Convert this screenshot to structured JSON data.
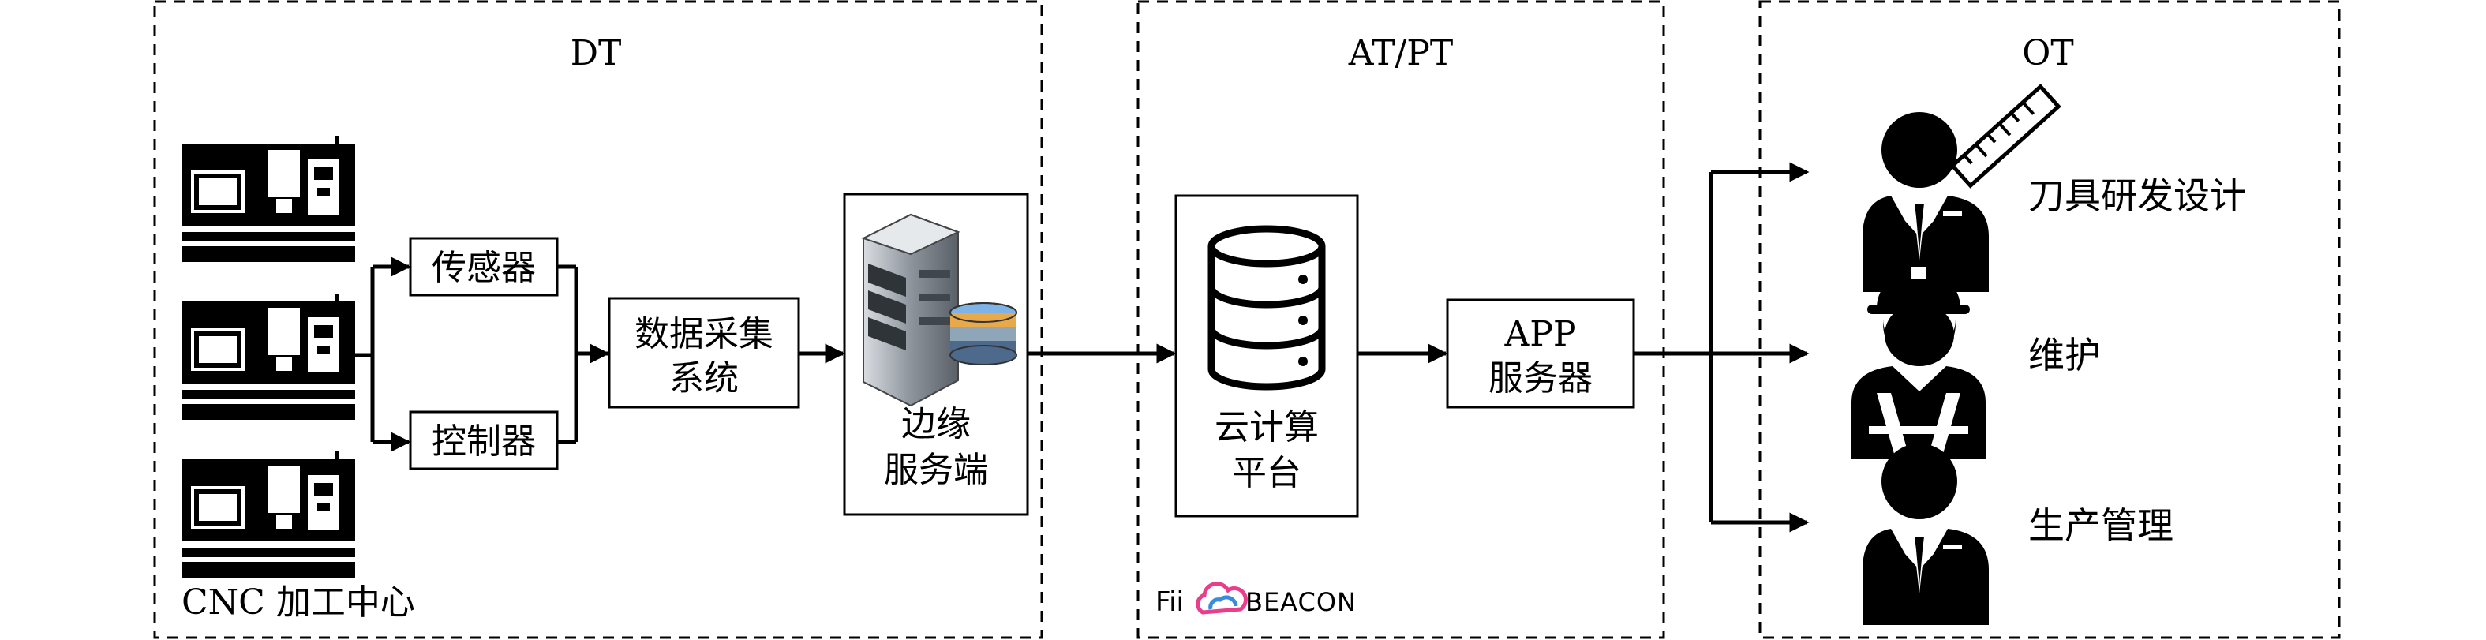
{
  "regions": {
    "dt": "DT",
    "at_pt": "AT/PT",
    "ot": "OT"
  },
  "dt": {
    "cnc_label": "CNC 加工中心",
    "sensor": "传感器",
    "controller": "控制器",
    "data_acq_line1": "数据采集",
    "data_acq_line2": "系统",
    "edge_line1": "边缘",
    "edge_line2": "服务端"
  },
  "at_pt": {
    "cloud_line1": "云计算",
    "cloud_line2": "平台",
    "app_line1": "APP",
    "app_line2": "服务器",
    "logo_prefix": "Fii",
    "logo_suffix": "BEACON"
  },
  "ot": {
    "roles": [
      "刀具研发设计",
      "维护",
      "生产管理"
    ]
  },
  "colors": {
    "logo_pink": "#e83e8c",
    "logo_blue": "#3a8bd8",
    "server_gray": "#9aa0a6"
  }
}
